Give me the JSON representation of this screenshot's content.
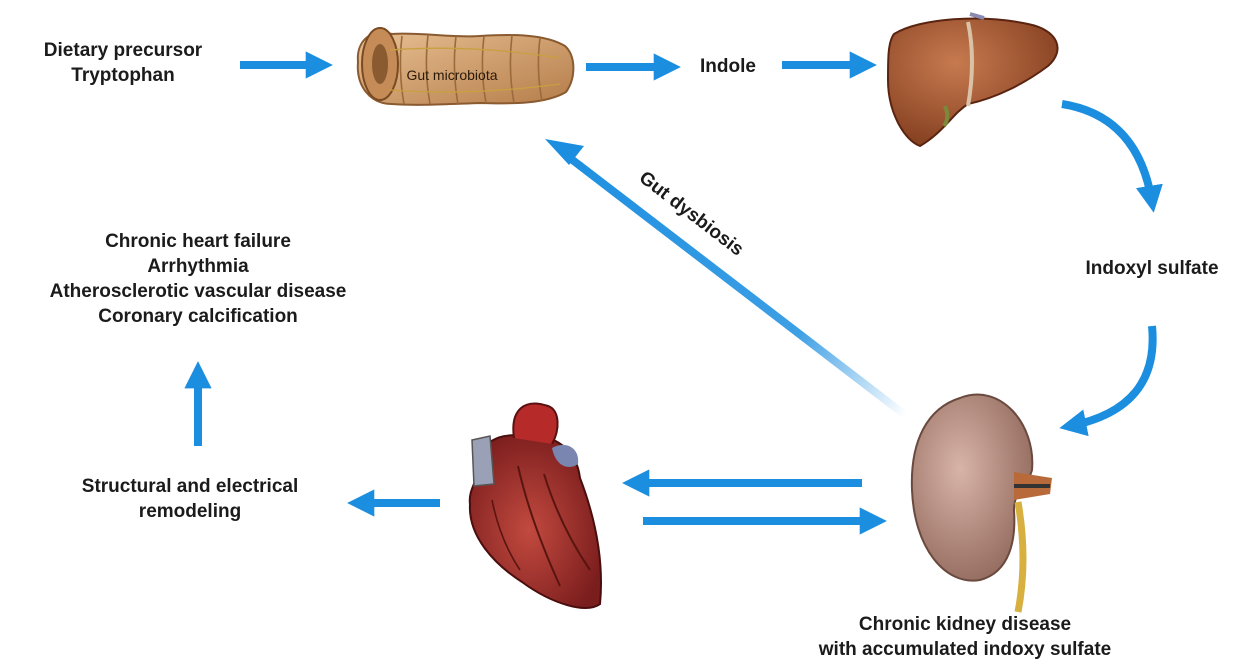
{
  "nodes": {
    "precursor": {
      "line1": "Dietary precursor",
      "line2": "Tryptophan"
    },
    "gut": {
      "label": "Gut microbiota"
    },
    "indole": {
      "label": "Indole"
    },
    "indoxyl": {
      "label": "Indoxyl sulfate"
    },
    "ckd": {
      "line1": "Chronic kidney disease",
      "line2": "with accumulated indoxy sulfate"
    },
    "remodeling": {
      "line1": "Structural and electrical",
      "line2": "remodeling"
    },
    "outcomes": {
      "items": [
        "Chronic heart failure",
        "Arrhythmia",
        "Atherosclerotic vascular disease",
        "Coronary calcification"
      ]
    }
  },
  "edges": {
    "dysbiosis": {
      "label": "Gut dysbiosis"
    }
  },
  "organs": {
    "gut": "intestine",
    "liver": "liver",
    "kidney": "kidney",
    "heart": "heart"
  },
  "colors": {
    "arrow": "#1b8ee0"
  }
}
